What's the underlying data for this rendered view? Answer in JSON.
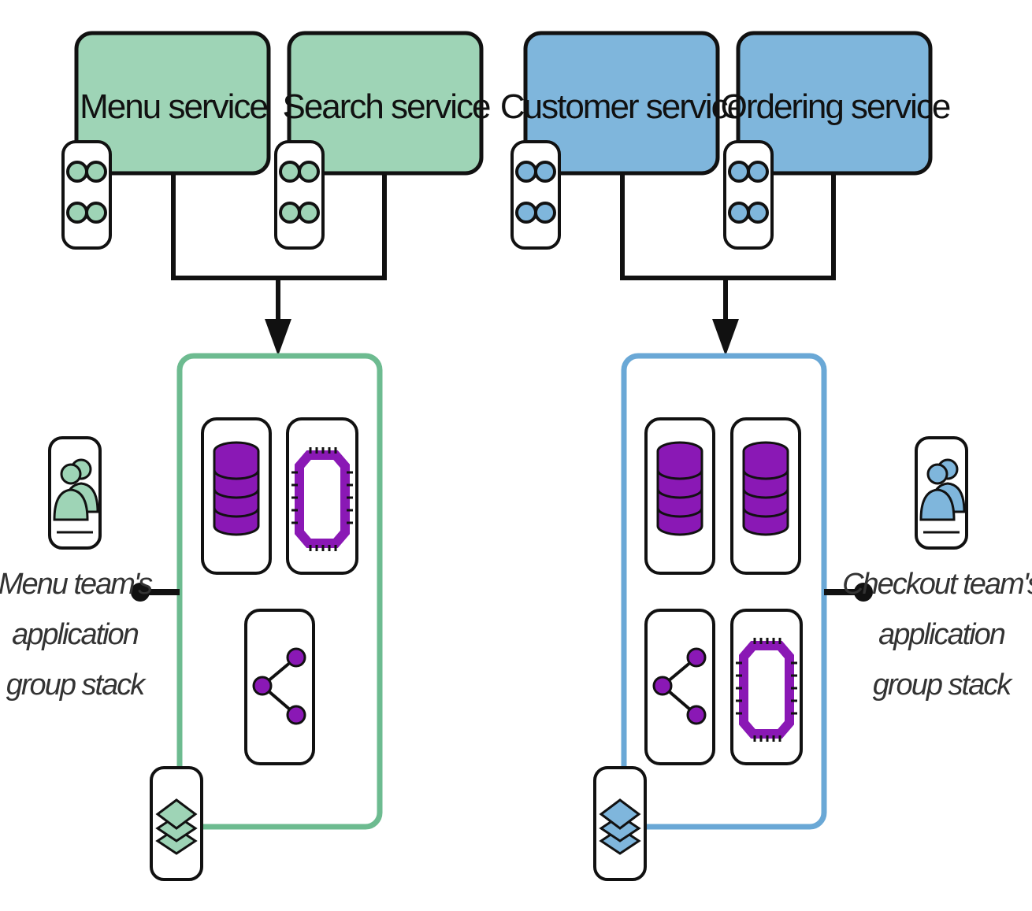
{
  "colors": {
    "green_fill": "#9ed4b6",
    "green_stroke": "#6dbb90",
    "blue_fill": "#7fb6dc",
    "blue_stroke": "#6aa8d6",
    "purple": "#8a18b5",
    "dark": "#111111"
  },
  "groups": [
    {
      "id": "menu",
      "color": "green",
      "services": [
        {
          "label": "Menu service",
          "icon": "four-circles-icon"
        },
        {
          "label": "Search service",
          "icon": "four-circles-icon"
        }
      ],
      "stack_icons": [
        "database-icon",
        "chip-icon",
        "share-icon"
      ],
      "stack_corner_icon": "layers-icon",
      "team_icon": "team-icon",
      "team_label": [
        "Menu team's",
        "application",
        "group stack"
      ]
    },
    {
      "id": "checkout",
      "color": "blue",
      "services": [
        {
          "label": "Customer service",
          "icon": "four-circles-icon"
        },
        {
          "label": "Ordering service",
          "icon": "four-circles-icon"
        }
      ],
      "stack_icons": [
        "database-icon",
        "database-icon",
        "share-icon",
        "chip-icon"
      ],
      "stack_corner_icon": "layers-icon",
      "team_icon": "team-icon",
      "team_label": [
        "Checkout team's",
        "application",
        "group stack"
      ]
    }
  ]
}
